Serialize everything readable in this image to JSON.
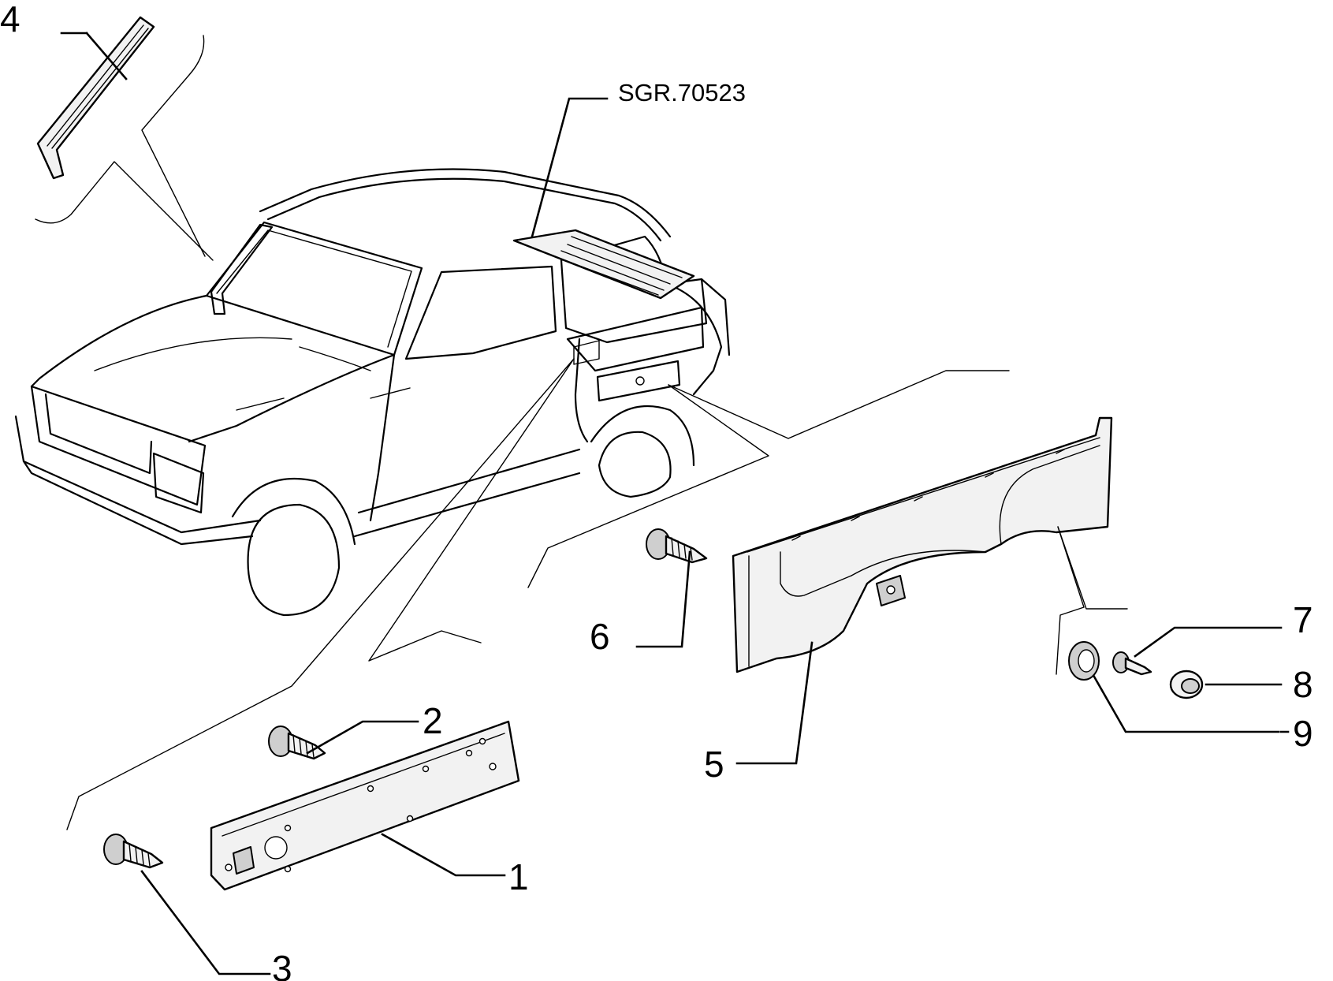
{
  "diagram": {
    "reference_label": "SGR.70523",
    "callouts": [
      "1",
      "2",
      "3",
      "4",
      "5",
      "6",
      "7",
      "8",
      "9"
    ]
  },
  "colors": {
    "ink": "#000000",
    "paper": "#ffffff",
    "part_fill": "#f2f2f2",
    "part_shade": "#cfcfcf"
  }
}
